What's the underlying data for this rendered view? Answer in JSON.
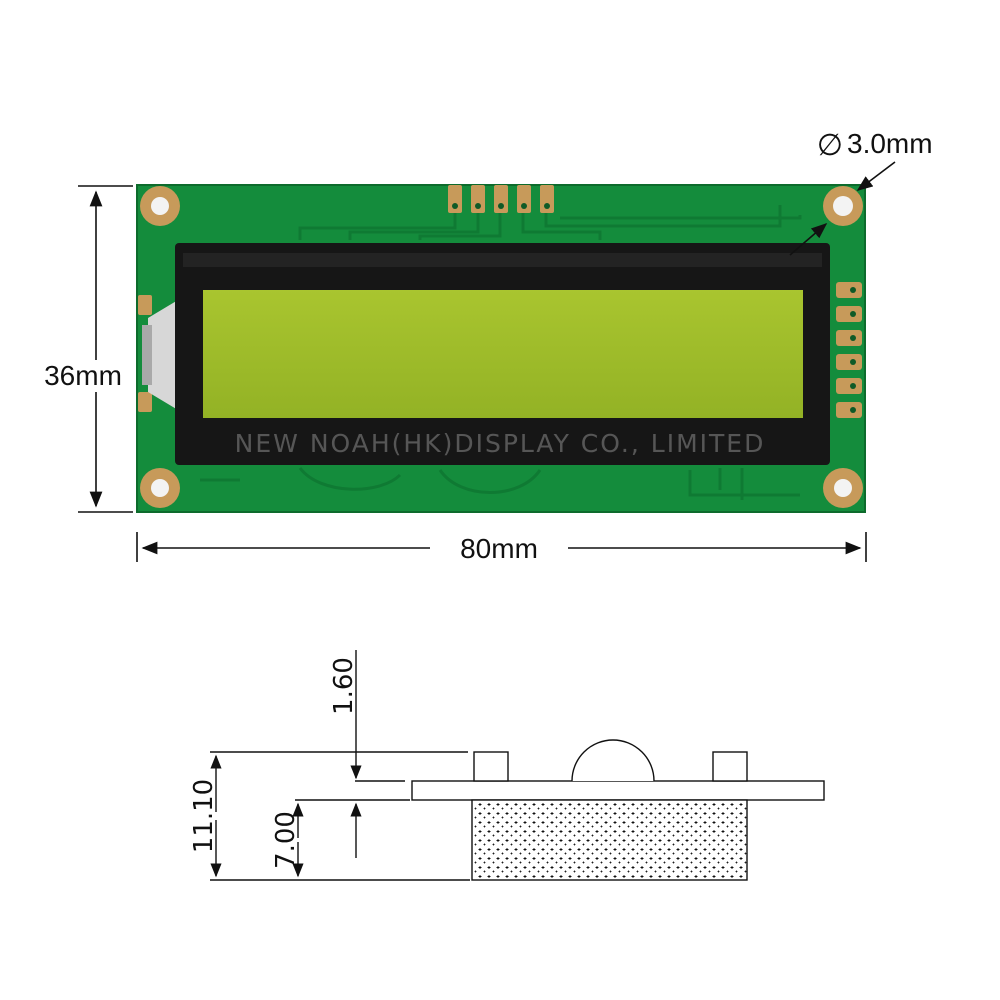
{
  "colors": {
    "pcb": "#148c3c",
    "pcb_dark": "#0d6b2c",
    "trace": "#0f7a33",
    "pad": "#c79a5a",
    "bezel": "#161616",
    "lcd": "#9dbb2a",
    "ink": "#111111"
  },
  "top_view": {
    "dimensions": {
      "width_label": "80mm",
      "height_label": "36mm",
      "hole_label": "3.0mm",
      "hole_symbol": "∅"
    },
    "watermark": "NEW NOAH(HK)DISPLAY CO., LIMITED"
  },
  "side_view": {
    "dimensions": {
      "top_gap": "1.60",
      "total_height": "11.10",
      "module_height": "7.00"
    }
  }
}
